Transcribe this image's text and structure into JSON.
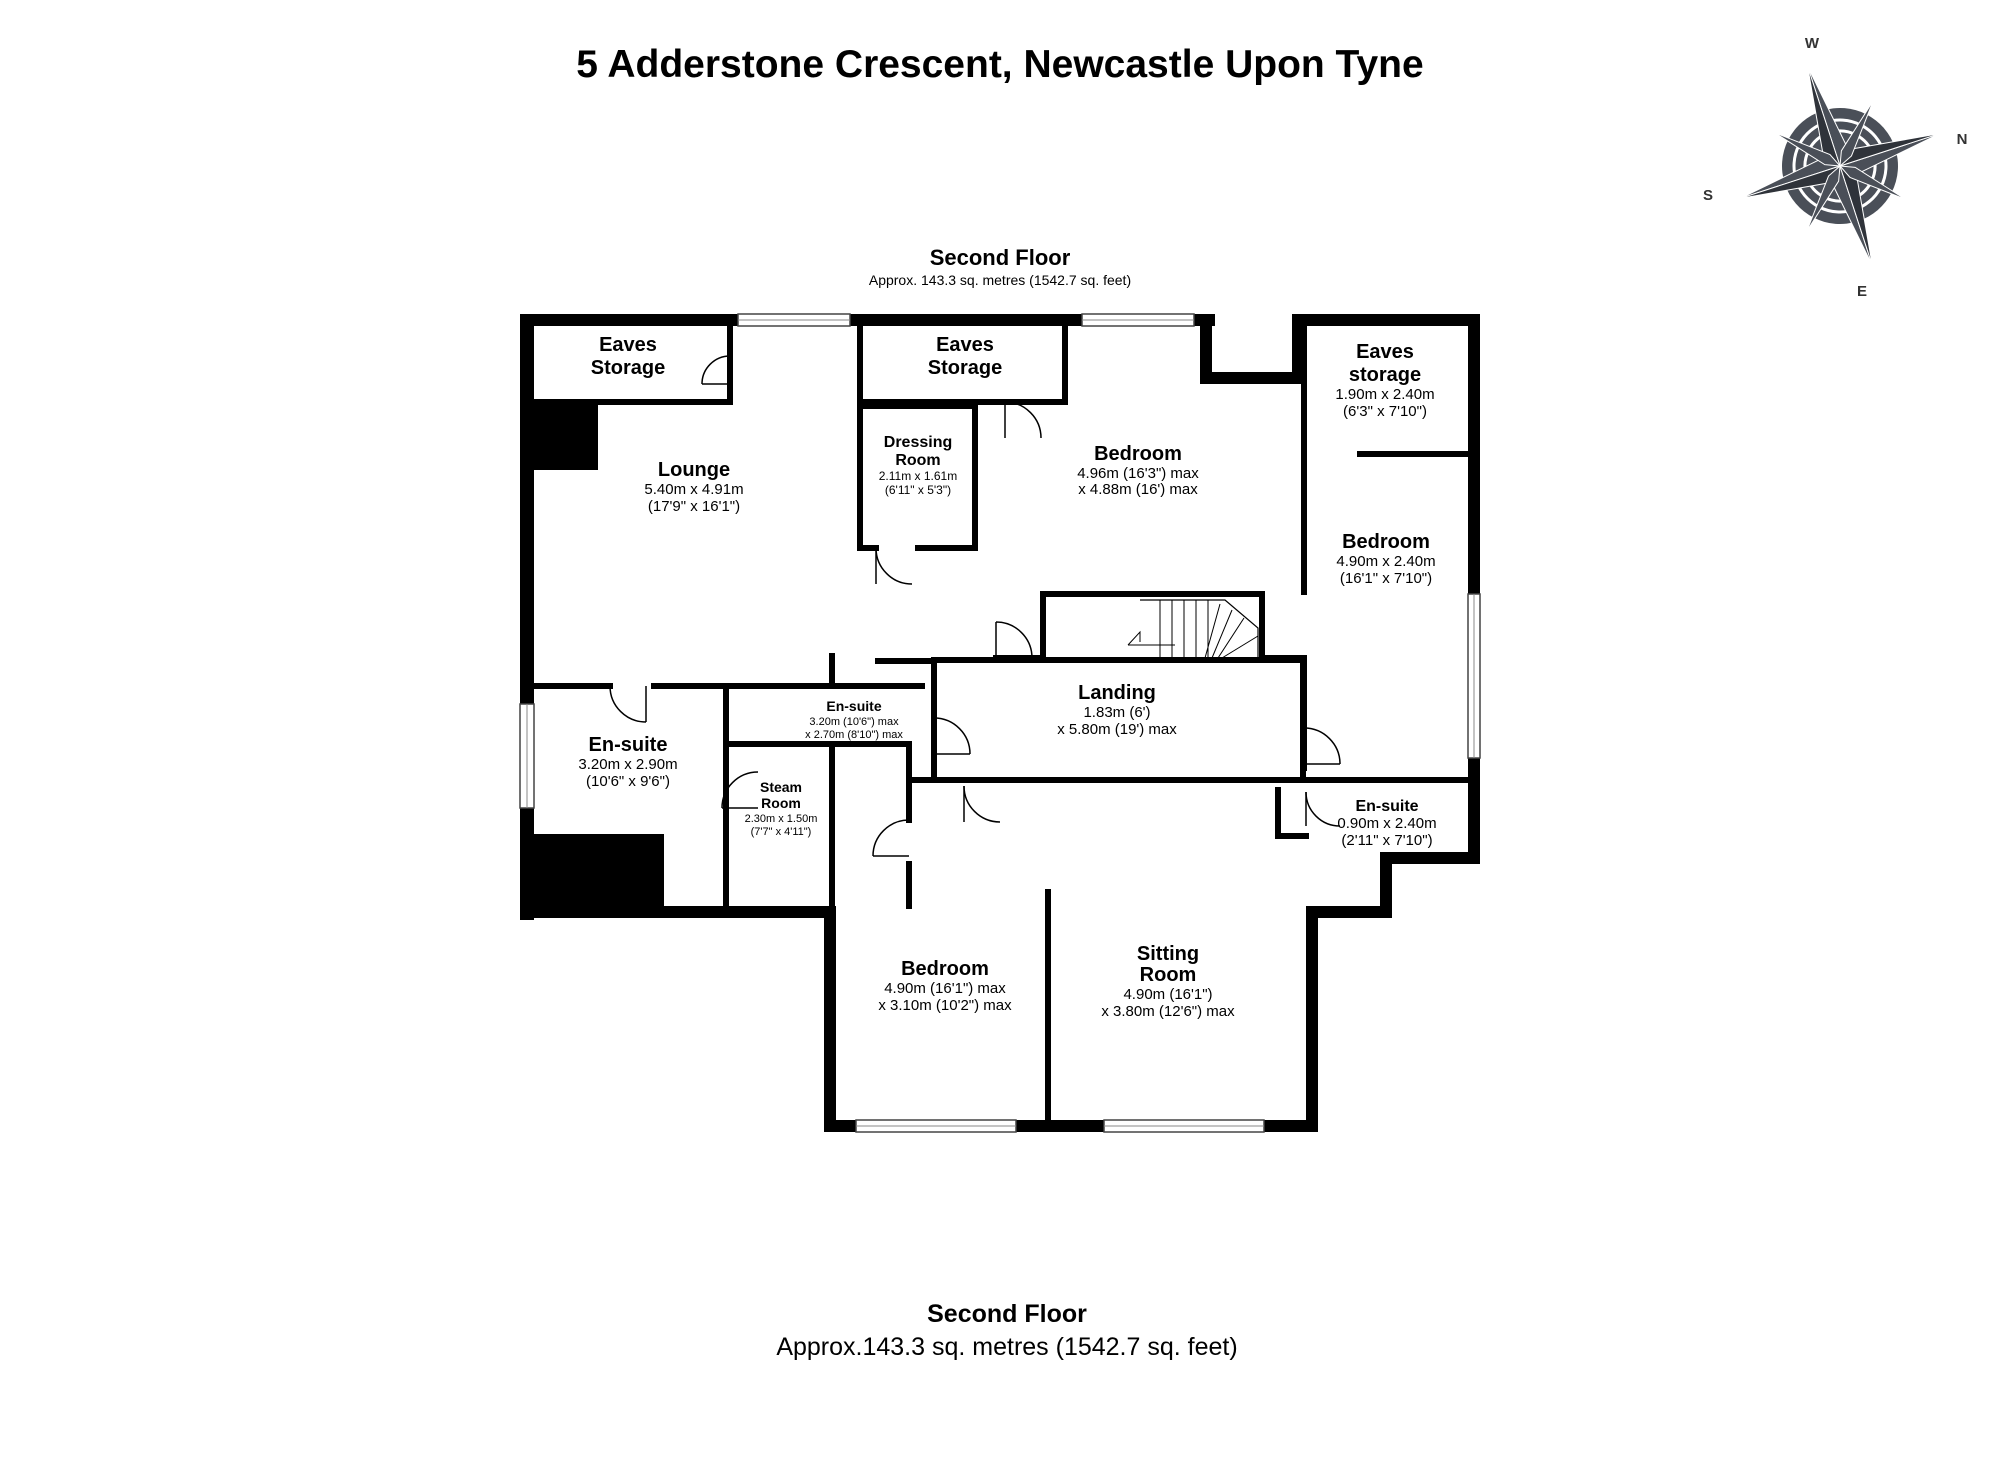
{
  "title": "5 Adderstone Crescent, Newcastle Upon Tyne",
  "compass": {
    "labels": [
      "W",
      "N",
      "S",
      "E"
    ],
    "fill": "#4a4f58"
  },
  "floor_header": {
    "name": "Second Floor",
    "area": "Approx. 143.3 sq. metres (1542.7 sq. feet)"
  },
  "rooms": {
    "eaves1": {
      "name1": "Eaves",
      "name2": "Storage"
    },
    "eaves2": {
      "name1": "Eaves",
      "name2": "Storage"
    },
    "eaves3": {
      "name1": "Eaves",
      "name2": "storage",
      "dim1": "1.90m x 2.40m",
      "dim2": "(6'3\" x 7'10\")"
    },
    "lounge": {
      "name": "Lounge",
      "dim1": "5.40m x 4.91m",
      "dim2": "(17'9\" x 16'1\")"
    },
    "dressing": {
      "name1": "Dressing",
      "name2": "Room",
      "dim1": "2.11m x 1.61m",
      "dim2": "(6'11\" x 5'3\")"
    },
    "bedroom1": {
      "name": "Bedroom",
      "dim1": "4.96m (16'3\") max",
      "dim2": "x 4.88m (16') max"
    },
    "bedroom2": {
      "name": "Bedroom",
      "dim1": "4.90m x 2.40m",
      "dim2": "(16'1\" x 7'10\")"
    },
    "ensuite1": {
      "name": "En-suite",
      "dim1": "3.20m x 2.90m",
      "dim2": "(10'6\" x 9'6\")"
    },
    "ensuite2": {
      "name": "En-suite",
      "dim1": "3.20m (10'6\") max",
      "dim2": "x 2.70m (8'10\") max"
    },
    "steam": {
      "name1": "Steam",
      "name2": "Room",
      "dim1": "2.30m x 1.50m",
      "dim2": "(7'7\" x 4'11\")"
    },
    "landing": {
      "name": "Landing",
      "dim1": "1.83m (6')",
      "dim2": "x 5.80m (19') max"
    },
    "ensuite3": {
      "name": "En-suite",
      "dim1": "0.90m x 2.40m",
      "dim2": "(2'11\" x 7'10\")"
    },
    "bedroom3": {
      "name": "Bedroom",
      "dim1": "4.90m (16'1\") max",
      "dim2": "x 3.10m (10'2\") max"
    },
    "sitting": {
      "name1": "Sitting",
      "name2": "Room",
      "dim1": "4.90m (16'1\")",
      "dim2": "x 3.80m (12'6\") max"
    }
  },
  "footer": {
    "name": "Second Floor",
    "area": "Approx.143.3 sq. metres (1542.7 sq. feet)"
  }
}
